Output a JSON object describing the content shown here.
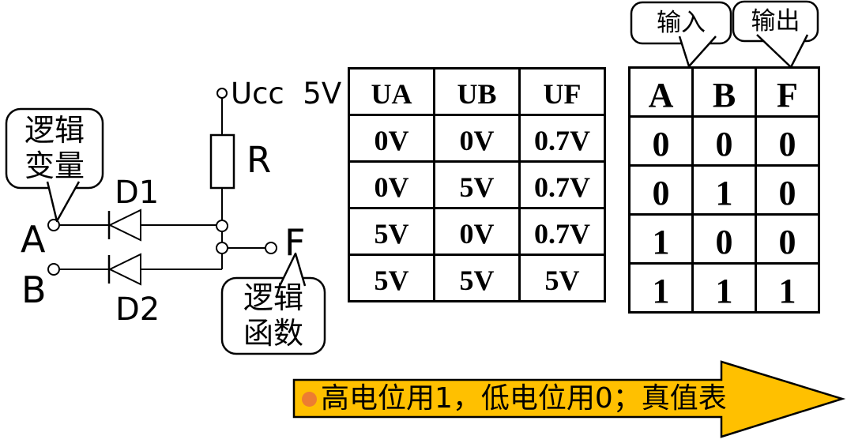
{
  "circuit": {
    "supply_label": "Ucc  5V",
    "resistor_label": "R",
    "input_a_label": "A",
    "input_b_label": "B",
    "diode1_label": "D1",
    "diode2_label": "D2",
    "output_label": "F"
  },
  "callouts": {
    "logic_variable": {
      "line1": "逻辑",
      "line2": "变量"
    },
    "logic_function": {
      "line1": "逻辑",
      "line2": "函数"
    },
    "input_label": "输入",
    "output_label": "输出"
  },
  "voltage_table": {
    "headers": [
      "UA",
      "UB",
      "UF"
    ],
    "rows": [
      [
        "0V",
        "0V",
        "0.7V"
      ],
      [
        "0V",
        "5V",
        "0.7V"
      ],
      [
        "5V",
        "0V",
        "0.7V"
      ],
      [
        "5V",
        "5V",
        "5V"
      ]
    ]
  },
  "truth_table": {
    "headers": [
      "A",
      "B",
      "F"
    ],
    "rows": [
      [
        "0",
        "0",
        "0"
      ],
      [
        "0",
        "1",
        "0"
      ],
      [
        "1",
        "0",
        "0"
      ],
      [
        "1",
        "1",
        "1"
      ]
    ]
  },
  "banner": {
    "text": "高电位用1，低电位用0；真值表"
  },
  "colors": {
    "arrow_fill": "#FFC000",
    "bullet_dot": "#ED7D31",
    "line": "#000000",
    "background": "#FFFFFF"
  }
}
